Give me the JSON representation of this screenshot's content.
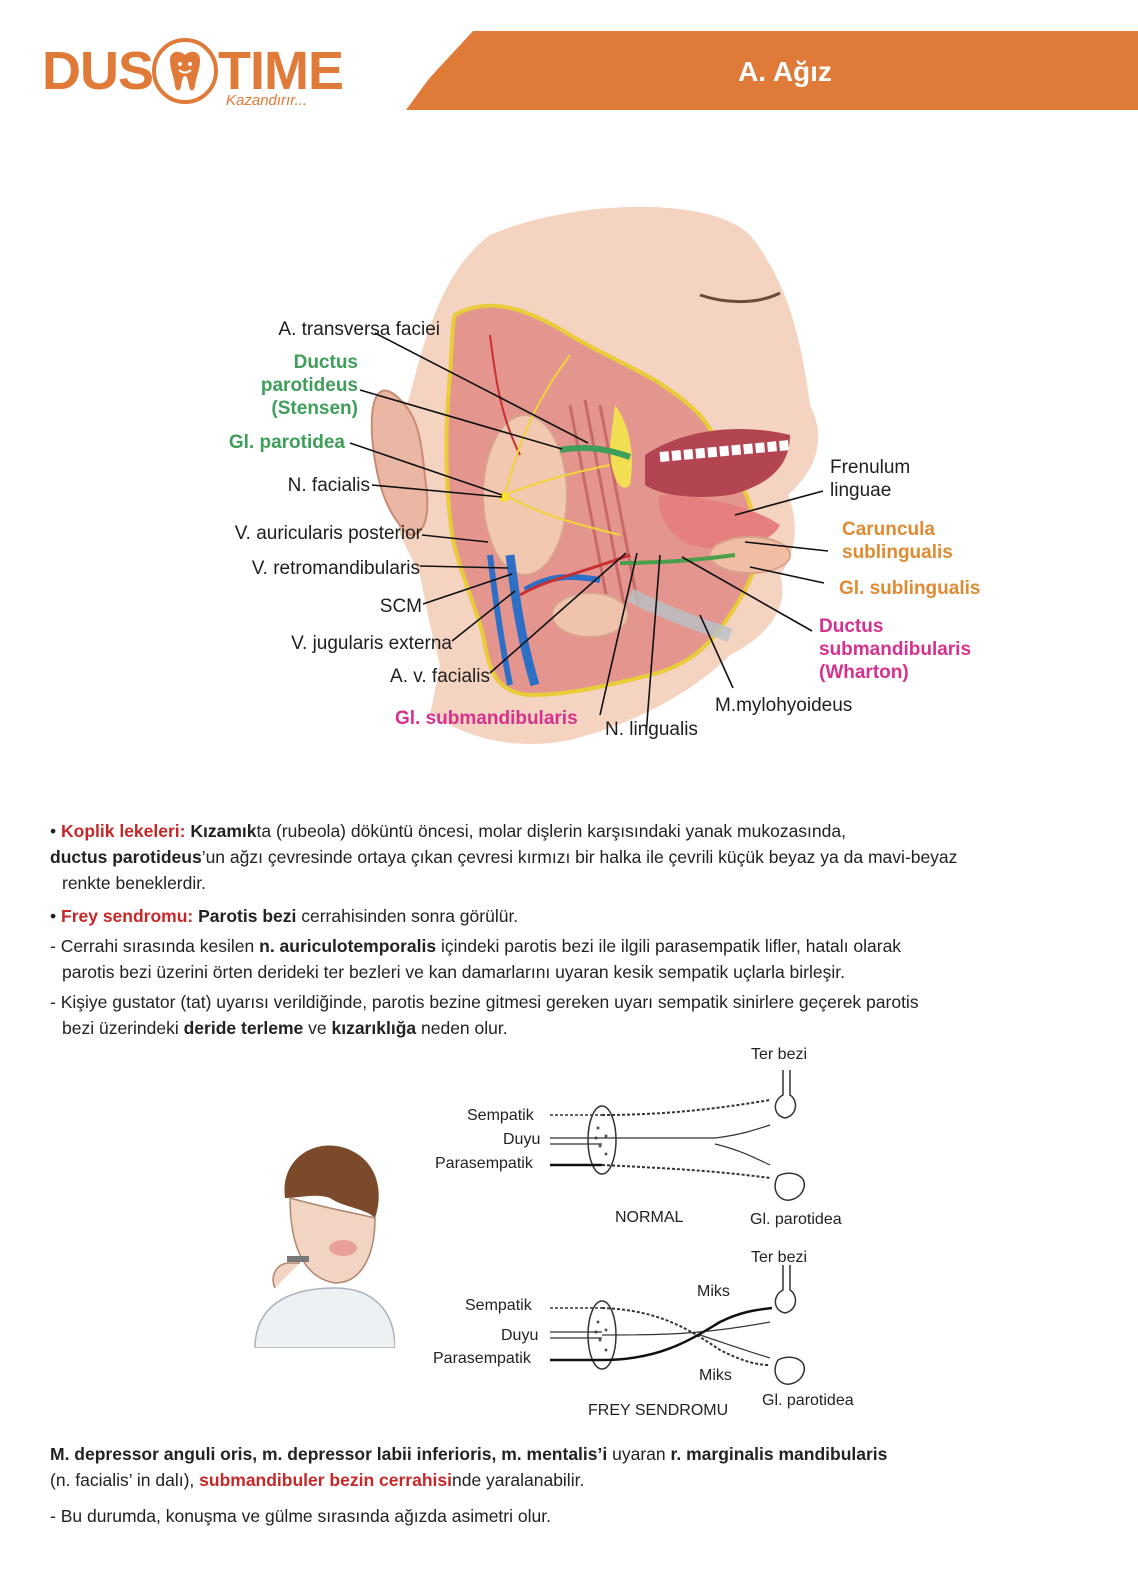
{
  "header": {
    "logo_left": "DUS",
    "logo_right": "TIME",
    "logo_tagline": "Kazandırır...",
    "section_title": "A. Ağız",
    "accent_color": "#e07a38"
  },
  "anatomy_figure": {
    "labels": {
      "a_transversa": "A. transversa faciei",
      "ductus_parotideus_1": "Ductus",
      "ductus_parotideus_2": "parotideus",
      "ductus_parotideus_3": "(Stensen)",
      "gl_parotidea": "Gl. parotidea",
      "n_facialis": "N. facialis",
      "v_auricularis": "V. auricularis posterior",
      "v_retromandibularis": "V. retromandibularis",
      "scm": "SCM",
      "v_jugularis": "V. jugularis externa",
      "a_v_facialis": "A. v. facialis",
      "gl_submandibularis": "Gl. submandibularis",
      "n_lingualis": "N. lingualis",
      "m_mylohyoideus": "M.mylohyoideus",
      "frenulum_1": "Frenulum",
      "frenulum_2": "linguae",
      "caruncula_1": "Caruncula",
      "caruncula_2": "sublingualis",
      "gl_sublingualis": "Gl. sublingualis",
      "ductus_sub_1": "Ductus",
      "ductus_sub_2": "submandibularis",
      "ductus_sub_3": "(Wharton)"
    }
  },
  "text": {
    "koplik_title": "Koplik lekeleri:",
    "koplik_b1": "Kızamık",
    "koplik_t1": "ta (rubeola) döküntü öncesi, molar dişlerin karşısındaki yanak mukozasında,",
    "koplik_b2": "ductus parotideus",
    "koplik_t2": "’un ağzı çevresinde ortaya çıkan çevresi kırmızı bir halka ile çevrili küçük beyaz ya da mavi-beyaz",
    "koplik_t3": "renkte beneklerdir.",
    "frey_title": "Frey sendromu:",
    "frey_b1": "Parotis bezi",
    "frey_t1": "cerrahisinden sonra görülür.",
    "frey_p2_a": "- Cerrahi sırasında kesilen",
    "frey_p2_b": "n. auriculotemporalis",
    "frey_p2_c": "içindeki parotis bezi ile ilgili parasempatik lifler, hatalı olarak",
    "frey_p2_d": "parotis bezi üzerini örten derideki ter bezleri ve kan damarlarını uyaran kesik sempatik uçlarla birleşir.",
    "frey_p3_a": "- Kişiye gustator (tat) uyarısı verildiğinde, parotis bezine gitmesi gereken uyarı sempatik sinirlere geçerek parotis",
    "frey_p3_b": "bezi üzerindeki",
    "frey_p3_c": "deride terleme",
    "frey_p3_d": "ve",
    "frey_p3_e": "kızarıklığa",
    "frey_p3_f": "neden olur.",
    "m_b1": "M. depressor anguli oris, m. depressor labii inferioris, m. mentalis’i",
    "m_t1": "uyaran",
    "m_b2": "r. marginalis mandibularis",
    "m_t2": "(n. facialis’ in dalı),",
    "m_h1": "submandibuler bezin cerrahisi",
    "m_t3": "nde yaralanabilir.",
    "m_p2": "- Bu durumda, konuşma ve gülme sırasında ağızda asimetri olur."
  },
  "frey_diagram": {
    "normal": {
      "ter_bezi": "Ter bezi",
      "sempatik": "Sempatik",
      "duyu": "Duyu",
      "parasempatik": "Parasempatik",
      "caption": "NORMAL",
      "gl_parotidea": "Gl. parotidea"
    },
    "frey": {
      "ter_bezi": "Ter bezi",
      "miks_top": "Miks",
      "sempatik": "Sempatik",
      "duyu": "Duyu",
      "parasempatik": "Parasempatik",
      "miks_bottom": "Miks",
      "caption": "FREY SENDROMU",
      "gl_parotidea": "Gl. parotidea"
    }
  }
}
